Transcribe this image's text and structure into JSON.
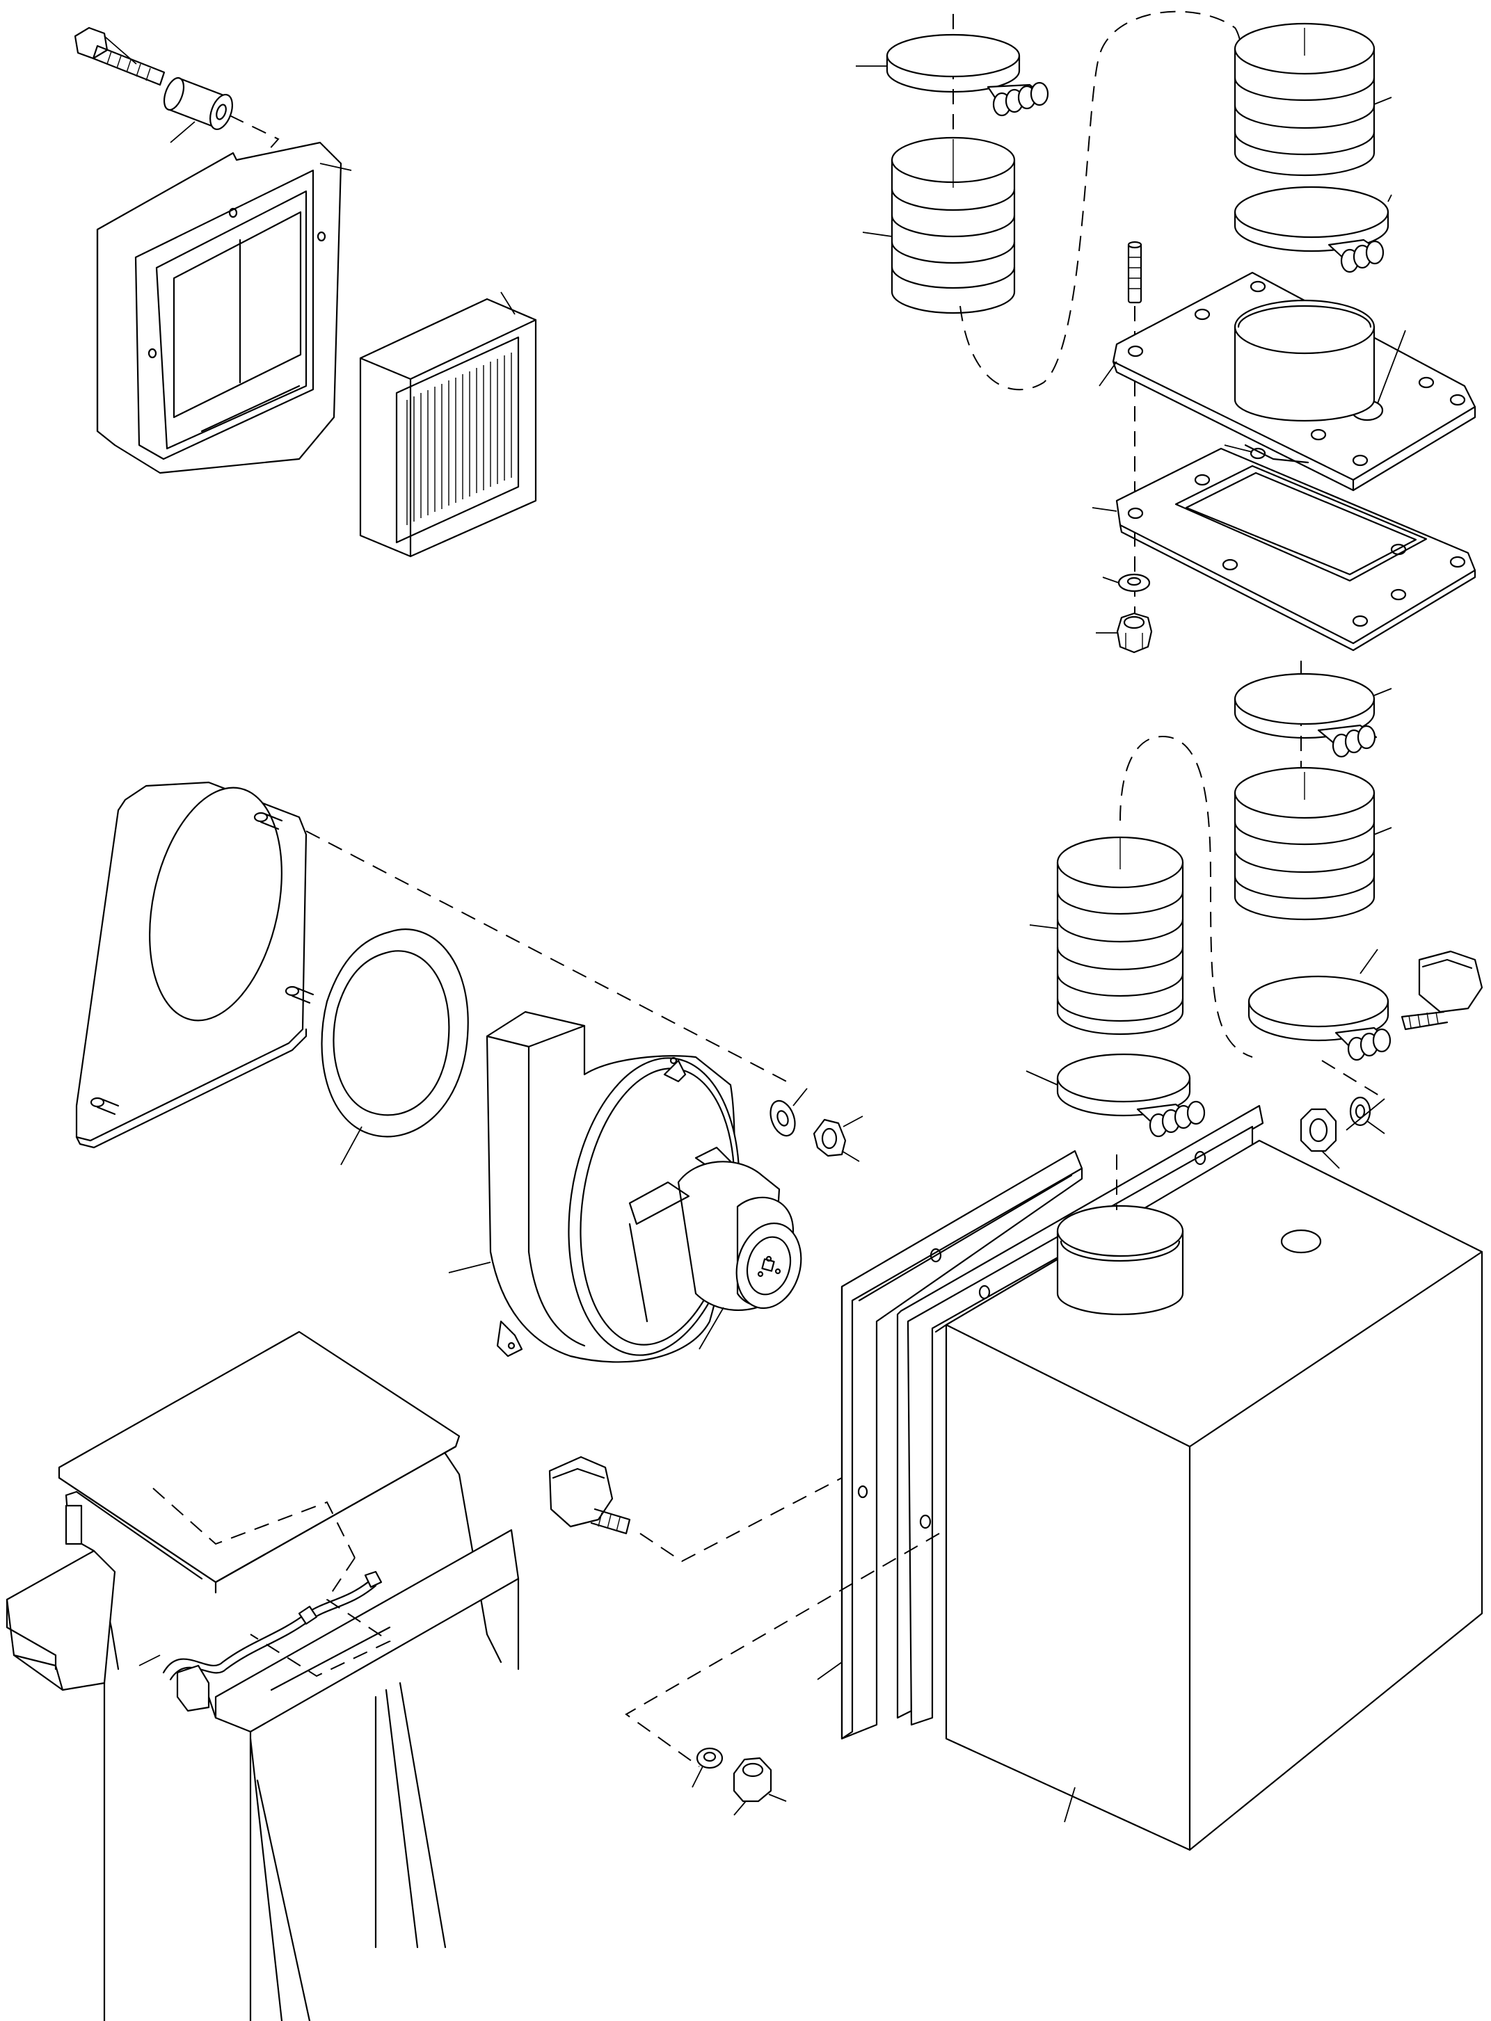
{
  "diagram": {
    "type": "exploded-parts-view",
    "line_color": "#000000",
    "background": "#ffffff",
    "parts": [
      "bolt",
      "spacer",
      "filter-housing",
      "filter-element",
      "upper-hose-clamp-left",
      "upper-bellows-left",
      "upper-bellows-right",
      "upper-hose-clamp-right",
      "stud",
      "adapter-plate",
      "adapter-collar",
      "plate-gasket",
      "flat-washer",
      "lock-nut",
      "middle-hose-clamp",
      "middle-bellows-right",
      "lower-bellows-left",
      "lower-hose-clamp-right",
      "knob-right",
      "flat-washer-right",
      "nut-right",
      "lower-hose-clamp-left",
      "mounting-plate",
      "blower-gasket",
      "blower-assembly",
      "blower-motor",
      "mount-washer",
      "mount-nut",
      "knob-center",
      "tank-gasket",
      "tank-flange",
      "tank",
      "tank-outlet-collar",
      "lower-washer",
      "lower-nut",
      "machine-cabinet"
    ]
  }
}
